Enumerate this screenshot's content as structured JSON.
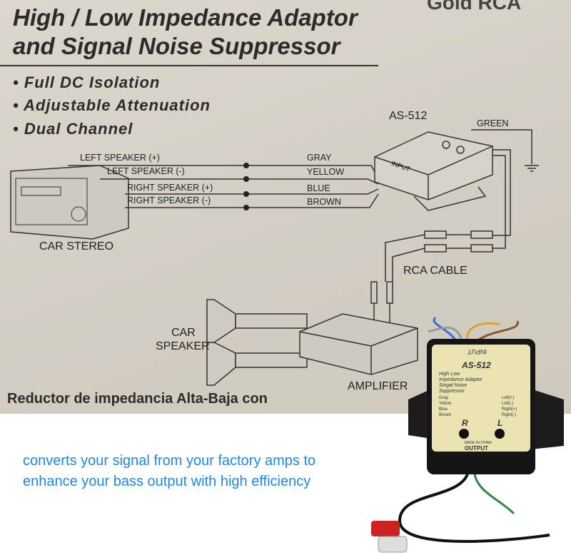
{
  "header": {
    "title_line1": "High / Low Impedance Adaptor",
    "title_line2": "and Signal Noise Suppressor",
    "corner_text": "Gold RCA"
  },
  "features": [
    "• Full DC Isolation",
    "• Adjustable Attenuation",
    "• Dual Channel"
  ],
  "diagram": {
    "model": "AS-512",
    "ground_wire": "GREEN",
    "wires": [
      {
        "label": "LEFT SPEAKER (+)",
        "color": "GRAY"
      },
      {
        "label": "LEFT SPEAKER (-)",
        "color": "YELLOW"
      },
      {
        "label": "RIGHT SPEAKER (+)",
        "color": "BLUE"
      },
      {
        "label": "RIGHT SPEAKER (-)",
        "color": "BROWN"
      }
    ],
    "car_stereo": "CAR STEREO",
    "rca_cable": "RCA CABLE",
    "car_speaker_1": "CAR",
    "car_speaker_2": "SPEAKER",
    "amplifier": "AMPLIFIER",
    "device_input": "INPUT",
    "spanish": "Reductor de impedancia Alta-Baja con"
  },
  "device": {
    "input": "INPUT",
    "model": "AS-512",
    "desc": [
      "High Low",
      "Impedance Adaptor",
      "Singal Noise",
      "Suppressor"
    ],
    "left_col": [
      "Gray",
      "Yellow",
      "Blue",
      "Brown"
    ],
    "right_col": [
      "Left(+)",
      "Left(-)",
      "Right(+)",
      "Right(-)"
    ],
    "r": "R",
    "l": "L",
    "made_in": "MADE IN CHINA",
    "output": "OUTPUT"
  },
  "caption": {
    "line1": "converts your signal from your factory amps to",
    "line2": "enhance your bass output with high efficiency"
  },
  "colors": {
    "paper": "#d6d1c6",
    "caption": "#1e88e5",
    "device_face": "#ece3b3"
  }
}
